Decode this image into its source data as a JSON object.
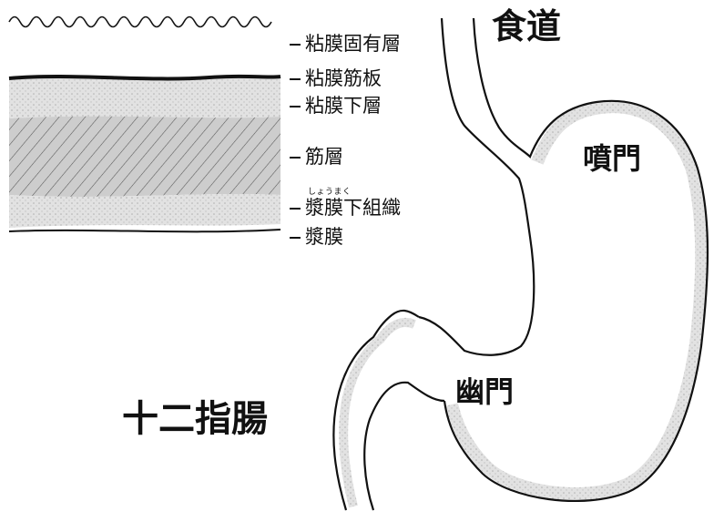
{
  "layer_labels": {
    "mucosa_propria": "粘膜固有層",
    "muscularis_mucosae": "粘膜筋板",
    "submucosa": "粘膜下層",
    "muscle_layer": "筋層",
    "subserosa": "漿膜下組織",
    "subserosa_ruby": "しょうまく",
    "serosa": "漿膜"
  },
  "organ_labels": {
    "esophagus": "食道",
    "cardia": "噴門",
    "pylorus": "幽門",
    "duodenum": "十二指腸"
  },
  "colors": {
    "line": "#111111",
    "stipple": "#d6d6d6",
    "hatch_bg": "#c8c8c8"
  }
}
